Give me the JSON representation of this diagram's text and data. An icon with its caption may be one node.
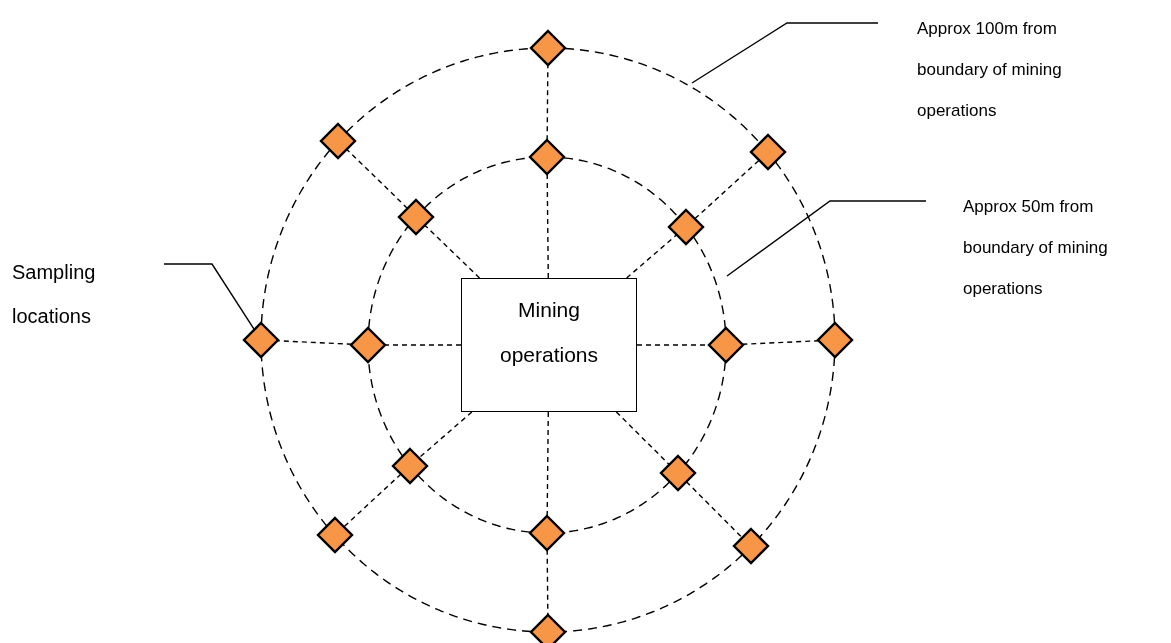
{
  "diagram": {
    "nodes": [
      {
        "text": [
          "Sampling locations"
        ]
      },
      {
        "text": [
          "Approx 100m from boundary of mining operations"
        ]
      },
      {
        "text": [
          "Approx 50m from boundary of mining operations"
        ]
      },
      {
        "text": [
          "Mining operations"
        ]
      },
      {
        "text": [],
        "shape": "diamond"
      },
      {
        "text": [],
        "shape": "diamond"
      },
      {
        "text": [],
        "shape": "diamond"
      },
      {
        "text": [],
        "shape": "diamond"
      },
      {
        "text": [],
        "shape": "diamond"
      },
      {
        "text": [],
        "shape": "diamond"
      },
      {
        "text": [],
        "shape": "diamond"
      },
      {
        "text": [],
        "shape": "diamond"
      },
      {
        "text": [],
        "shape": "diamond"
      },
      {
        "text": [],
        "shape": "diamond"
      },
      {
        "text": [],
        "shape": "diamond"
      },
      {
        "text": [],
        "shape": "diamond"
      },
      {
        "text": [],
        "shape": "diamond"
      },
      {
        "text": [],
        "shape": "diamond"
      },
      {
        "text": [],
        "shape": "diamond"
      },
      {
        "text": [],
        "shape": "diamond"
      }
    ],
    "edges": [
      {
        "from": 3,
        "to": 7,
        "arrow": "none",
        "style": "dashed"
      },
      {
        "from": 3,
        "to": 9,
        "arrow": "none",
        "style": "dashed"
      },
      {
        "from": 3,
        "to": 12,
        "arrow": "none",
        "style": "dashed"
      },
      {
        "from": 3,
        "to": 15,
        "arrow": "none",
        "style": "dashed"
      },
      {
        "from": 3,
        "to": 16,
        "arrow": "none",
        "style": "dashed"
      },
      {
        "from": 3,
        "to": 14,
        "arrow": "none",
        "style": "dashed"
      },
      {
        "from": 3,
        "to": 11,
        "arrow": "none",
        "style": "dashed"
      },
      {
        "from": 3,
        "to": 8,
        "arrow": "none",
        "style": "dashed"
      },
      {
        "from": 7,
        "to": 4,
        "arrow": "none",
        "style": "dashed"
      },
      {
        "from": 9,
        "to": 6,
        "arrow": "none",
        "style": "dashed"
      },
      {
        "from": 12,
        "to": 13,
        "arrow": "none",
        "style": "dashed"
      },
      {
        "from": 15,
        "to": 18,
        "arrow": "none",
        "style": "dashed"
      },
      {
        "from": 16,
        "to": 19,
        "arrow": "none",
        "style": "dashed"
      },
      {
        "from": 14,
        "to": 17,
        "arrow": "none",
        "style": "dashed"
      },
      {
        "from": 11,
        "to": 10,
        "arrow": "none",
        "style": "dashed"
      },
      {
        "from": 8,
        "to": 5,
        "arrow": "none",
        "style": "dashed"
      },
      {
        "from": 4,
        "to": 6,
        "arrow": "none",
        "style": "dashed"
      },
      {
        "from": 6,
        "to": 13,
        "arrow": "none",
        "style": "dashed"
      },
      {
        "from": 13,
        "to": 18,
        "arrow": "none",
        "style": "dashed"
      },
      {
        "from": 18,
        "to": 19,
        "arrow": "none",
        "style": "dashed"
      },
      {
        "from": 19,
        "to": 17,
        "arrow": "none",
        "style": "dashed"
      },
      {
        "from": 17,
        "to": 10,
        "arrow": "none",
        "style": "dashed"
      },
      {
        "from": 10,
        "to": 5,
        "arrow": "none",
        "style": "dashed"
      },
      {
        "from": 5,
        "to": 4,
        "arrow": "none",
        "style": "dashed"
      },
      {
        "from": 7,
        "to": 9,
        "arrow": "none",
        "style": "dashed"
      },
      {
        "from": 9,
        "to": 12,
        "arrow": "none",
        "style": "dashed"
      },
      {
        "from": 12,
        "to": 15,
        "arrow": "none",
        "style": "dashed"
      },
      {
        "from": 15,
        "to": 16,
        "arrow": "none",
        "style": "dashed"
      },
      {
        "from": 16,
        "to": 14,
        "arrow": "none",
        "style": "dashed"
      },
      {
        "from": 14,
        "to": 11,
        "arrow": "none",
        "style": "dashed"
      },
      {
        "from": 11,
        "to": 8,
        "arrow": "none",
        "style": "dashed"
      },
      {
        "from": 8,
        "to": 7,
        "arrow": "none",
        "style": "dashed"
      },
      {
        "from": 0,
        "to": 10,
        "arrow": "none"
      },
      {
        "from": 1,
        "to": null,
        "arrow": "none"
      },
      {
        "from": 2,
        "to": null,
        "arrow": "none"
      }
    ]
  }
}
